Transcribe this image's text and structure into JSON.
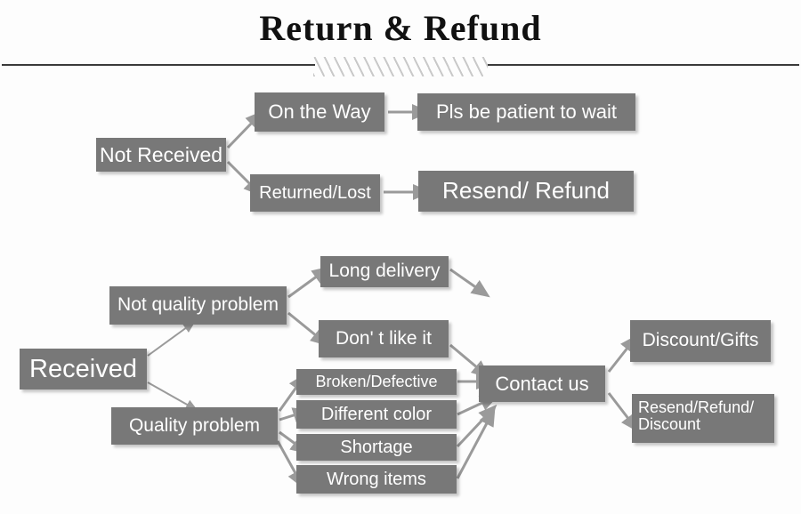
{
  "header": {
    "title": "Return & Refund",
    "divider_icon": "hatch-divider"
  },
  "colors": {
    "node_fill": "#787878",
    "node_text": "#ffffff",
    "arrow": "#9a9a9a",
    "title_text": "#111111",
    "background": "#fdfdfd"
  },
  "flow": {
    "branches": [
      {
        "root": "Not Received",
        "nodes": [
          "On the Way",
          "Pls be patient to wait",
          "Returned/Lost",
          "Resend/ Refund"
        ]
      },
      {
        "root": "Received",
        "nodes": [
          "Not quality problem",
          "Quality problem",
          "Long delivery",
          "Don'  t like it",
          "Broken/Defective",
          "Different color",
          "Shortage",
          "Wrong items",
          "Contact us",
          "Discount/Gifts",
          "Resend/Refund/ Discount"
        ]
      }
    ],
    "labels": {
      "not_received": "Not Received",
      "on_the_way": "On the Way",
      "pls_wait": "Pls be patient to wait",
      "returned_lost": "Returned/Lost",
      "resend_refund": "Resend/ Refund",
      "received": "Received",
      "not_quality_problem": "Not quality problem",
      "quality_problem": "Quality problem",
      "long_delivery": "Long delivery",
      "dont_like_it": "Don'  t like it",
      "broken_defective": "Broken/Defective",
      "different_color": "Different color",
      "shortage": "Shortage",
      "wrong_items": "Wrong items",
      "contact_us": "Contact us",
      "discount_gifts": "Discount/Gifts",
      "resend_refund_discount_line1": "Resend/Refund/",
      "resend_refund_discount_line2": "Discount"
    }
  }
}
